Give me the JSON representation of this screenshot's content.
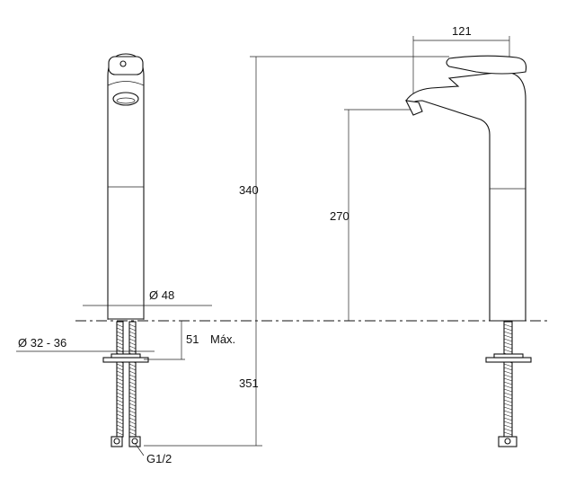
{
  "dimensions": {
    "width_top": "121",
    "total_height": "340",
    "spout_height": "270",
    "body_diameter": "Ø 48",
    "hole_diameter": "Ø 32 - 36",
    "max_thickness": "51",
    "max_thickness_suffix": "Máx.",
    "hose_length": "351",
    "connection": "G1/2"
  }
}
